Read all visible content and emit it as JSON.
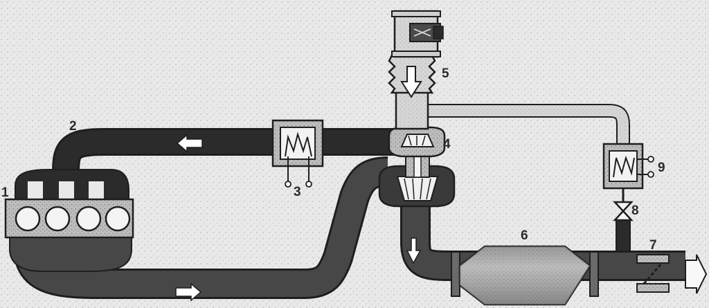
{
  "diagram": {
    "labels": {
      "n1": "1",
      "n2": "2",
      "n3": "3",
      "n4": "4",
      "n5": "5",
      "n6": "6",
      "n7": "7",
      "n8": "8",
      "n9": "9"
    },
    "colors": {
      "background": "#e9e9e9",
      "pipe_dark": "#2e2e2e",
      "pipe_mid": "#4a4a4a",
      "pipe_light": "#cfcfcf",
      "component_fill": "#b9b9b9",
      "outline": "#1e1e1e",
      "arrow": "#ffffff"
    }
  }
}
